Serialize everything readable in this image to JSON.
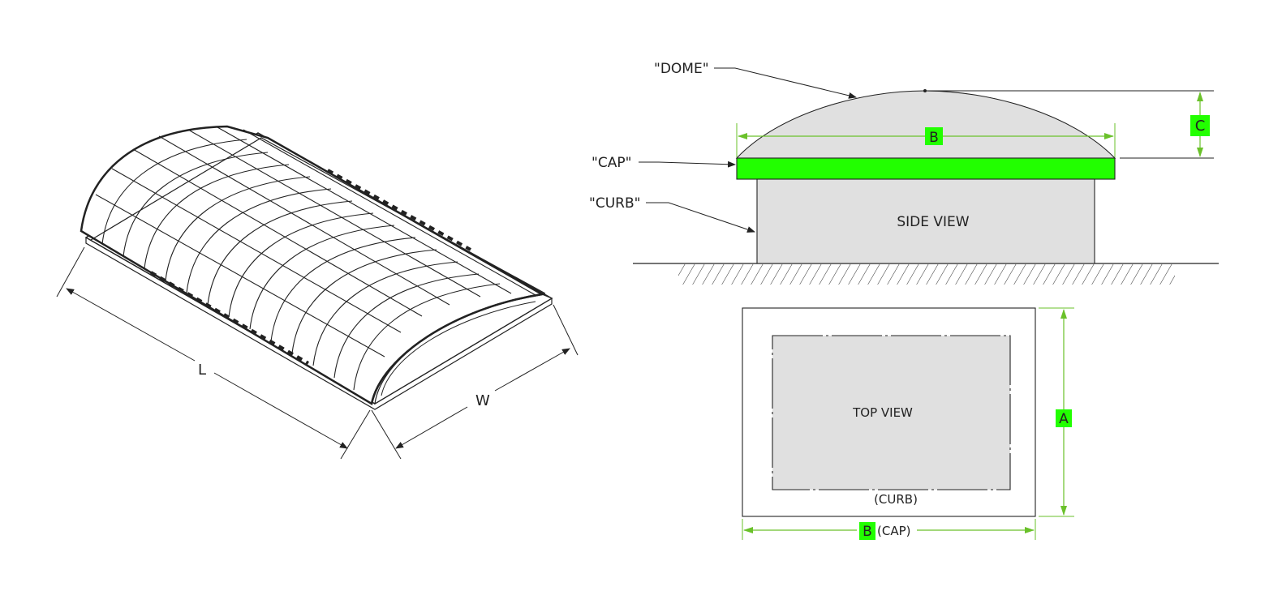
{
  "isometric": {
    "length_label": "L",
    "width_label": "W"
  },
  "side_view": {
    "title": "SIDE VIEW",
    "callouts": {
      "dome": "\"DOME\"",
      "cap": "\"CAP\"",
      "curb": "\"CURB\""
    },
    "dim_cap_width": "B",
    "dim_dome_height": "C"
  },
  "top_view": {
    "title": "TOP VIEW",
    "curb_label": "(CURB)",
    "dim_length": "A",
    "dim_width": "B",
    "dim_width_note": "(CAP)"
  },
  "colors": {
    "highlight": "#22ff00",
    "dimension_line": "#6ac12a",
    "fill_gray": "#e0e0e0",
    "line": "#222222"
  }
}
